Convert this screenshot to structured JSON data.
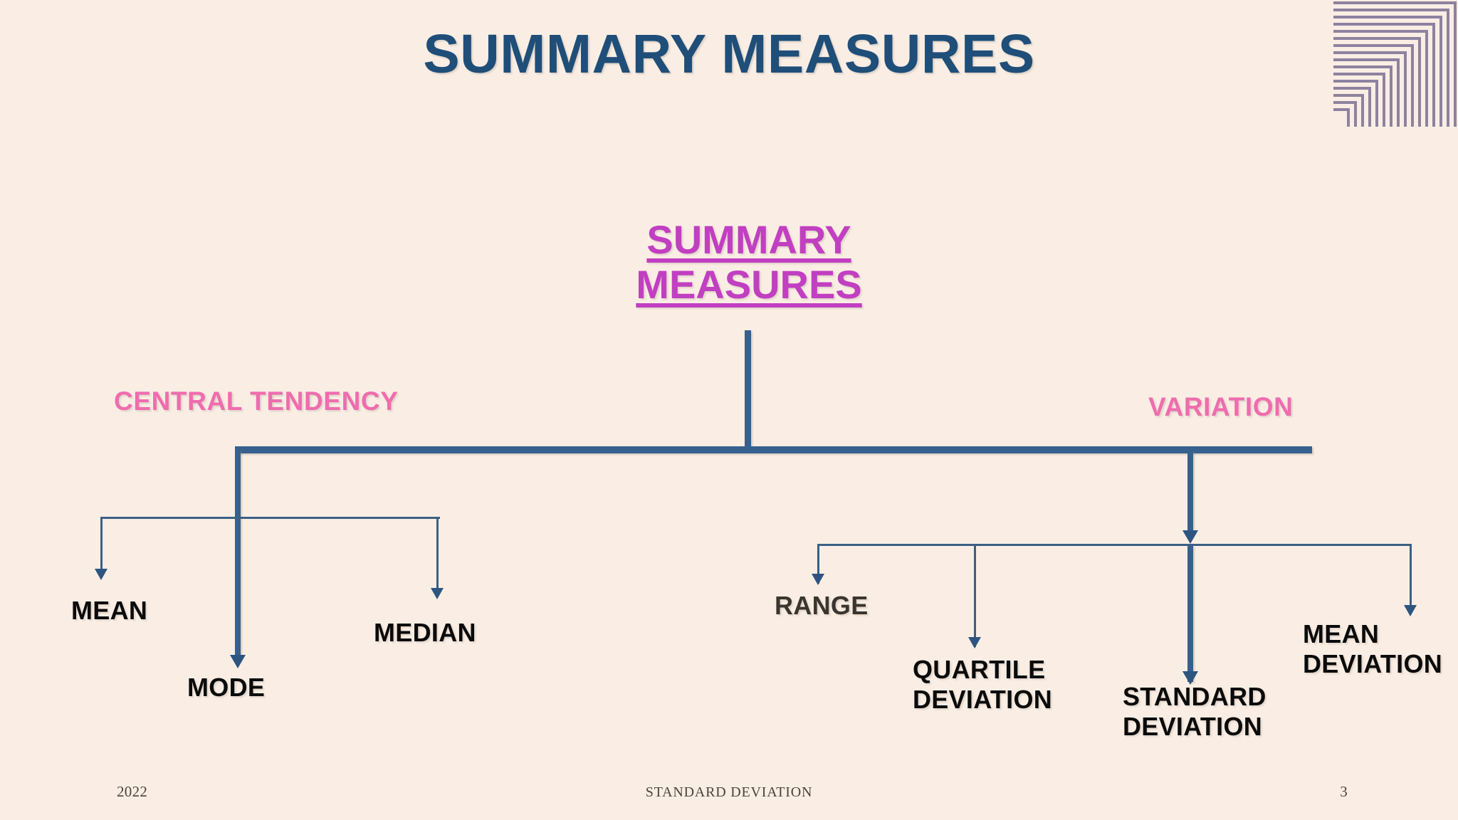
{
  "slide": {
    "title": "SUMMARY MEASURES",
    "background_color": "#faeee4",
    "title_color": "#1f4e79",
    "root_color": "#c13fc1",
    "branch_color": "#ef6cae",
    "leaf_color": "#0b0b0b",
    "connector_color": "#36618e",
    "corner_decoration_color": "#8e82a0"
  },
  "diagram": {
    "root": {
      "line1": "SUMMARY",
      "line2": "MEASURES"
    },
    "branches": [
      {
        "label": "CENTRAL TENDENCY"
      },
      {
        "label": "VARIATION"
      }
    ],
    "leaves": {
      "mean": "MEAN",
      "mode": "MODE",
      "median": "MEDIAN",
      "range": "RANGE",
      "quartile_deviation": "QUARTILE\nDEVIATION",
      "standard_deviation": "STANDARD\nDEVIATION",
      "mean_deviation": "MEAN\nDEVIATION"
    }
  },
  "footer": {
    "year": "2022",
    "center": "STANDARD DEVIATION",
    "page": "3"
  }
}
